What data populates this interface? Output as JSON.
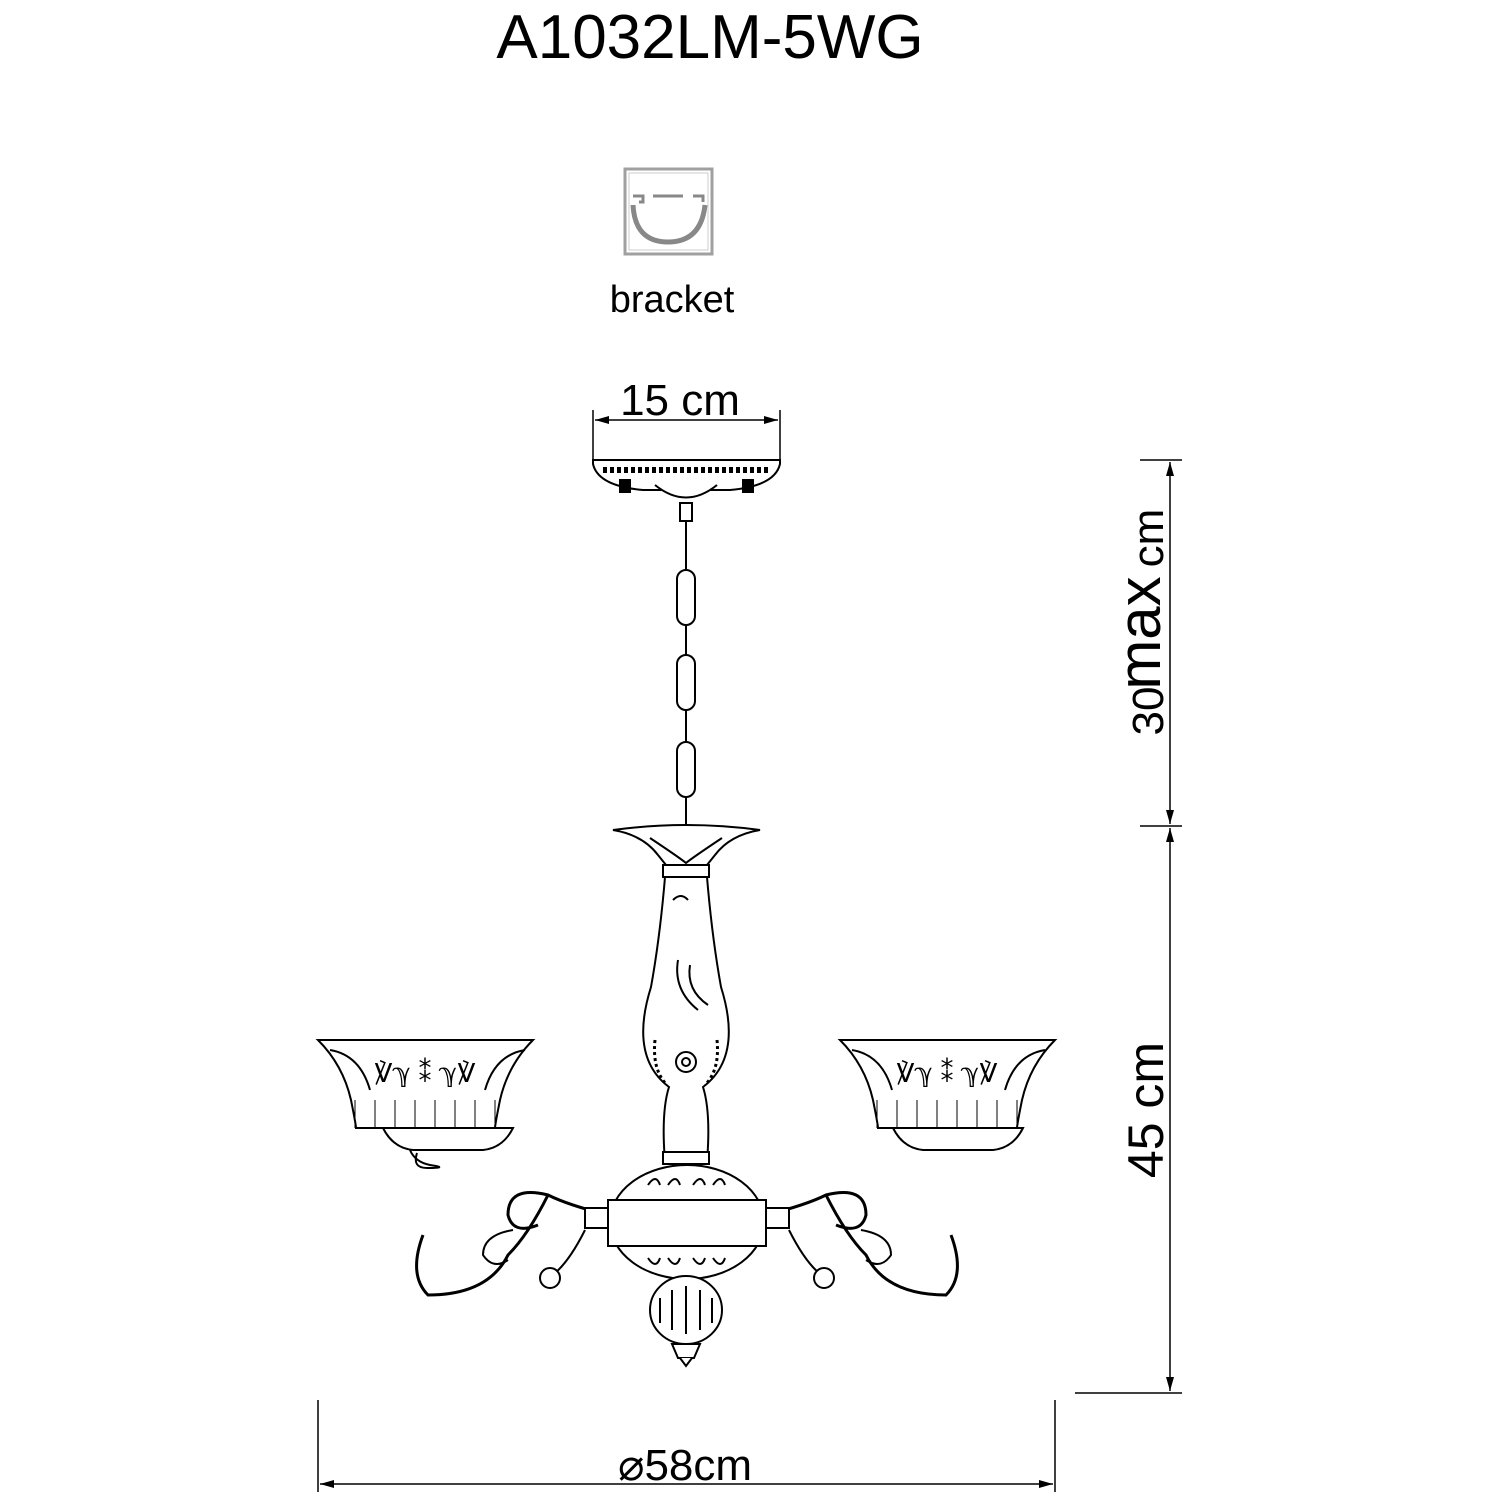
{
  "title": "A1032LM-5WG",
  "bracket": {
    "icon": "bracket-icon",
    "label": "bracket",
    "border_color": "#a0a0a0"
  },
  "dimensions": {
    "canopy_width": "15 cm",
    "chain_length": {
      "value": "30",
      "qualifier": "max",
      "unit": "cm"
    },
    "body_height": "45 cm",
    "diameter": "⌀58cm"
  }
}
